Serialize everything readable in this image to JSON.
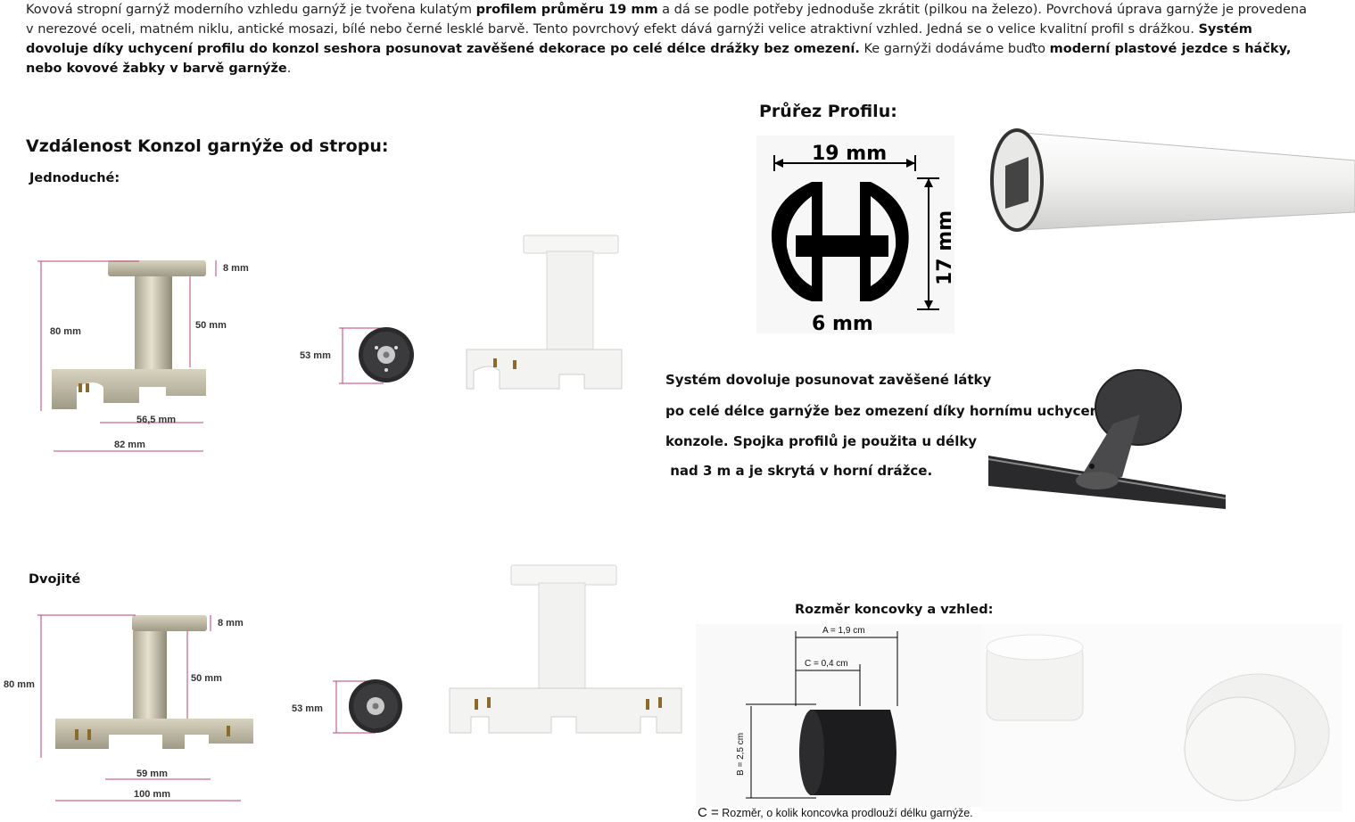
{
  "intro": {
    "p1": "Kovová stropní garnýž moderního vzhledu garnýž je tvořena kulatým ",
    "b1": "profilem průměru 19 mm",
    "p2": " a dá se podle potřeby jednoduše zkrátit (pilkou na železo). Povrchová úprava garnýže je provedena v nerezové oceli, matném niklu, antické mosazi, bílé nebo černé lesklé barvě. Tento povrchový efekt dává garnýži velice atraktivní vzhled. Jedná se o velice kvalitní profil s drážkou. ",
    "b2": "Systém dovoluje díky uchycení profilu do konzol seshora posunovat zavěšené dekorace po celé délce drážky bez omezení.",
    "p3": " Ke garnýži dodáváme buďto ",
    "b3": "moderní plastové jezdce s háčky, nebo kovové žabky v barvě garnýže",
    "p4": "."
  },
  "headings": {
    "konzol": "Vzdálenost Konzol garnýže od stropu:",
    "single": "Jednoduché:",
    "double": "Dvojité",
    "profile": "Průřez Profilu:",
    "endcap": "Rozměr koncovky a vzhled:"
  },
  "single_bracket": {
    "h_total": "80 mm",
    "h_top": "8 mm",
    "h_stem": "50 mm",
    "w_inner": "56,5 mm",
    "w_total": "82 mm",
    "disc": "53 mm"
  },
  "double_bracket": {
    "h_total": "80 mm",
    "h_top": "8 mm",
    "h_stem": "50 mm",
    "w_inner": "59 mm",
    "w_total": "100 mm",
    "disc": "53 mm"
  },
  "profile": {
    "width": "19 mm",
    "height": "17 mm",
    "slot": "6 mm"
  },
  "system_text": [
    "Systém dovoluje posunovat zavěšené látky",
    "po celé délce garnýže bez omezení díky hornímu uchycení",
    "konzole. Spojka profilů je použita u délky",
    " nad 3 m a je skrytá v horní drážce."
  ],
  "endcap": {
    "a": "A = 1,9 cm",
    "c": "C = 0,4 cm",
    "b": "B = 2,5 cm",
    "note_c": "C =",
    "note_text": " Rozměr, o kolik koncovka prodlouží délku garnýže."
  },
  "colors": {
    "nickel": "#c9c3ad",
    "white": "#f4f4f2",
    "black": "#1c1c1e",
    "dimline": "#c0407a"
  }
}
